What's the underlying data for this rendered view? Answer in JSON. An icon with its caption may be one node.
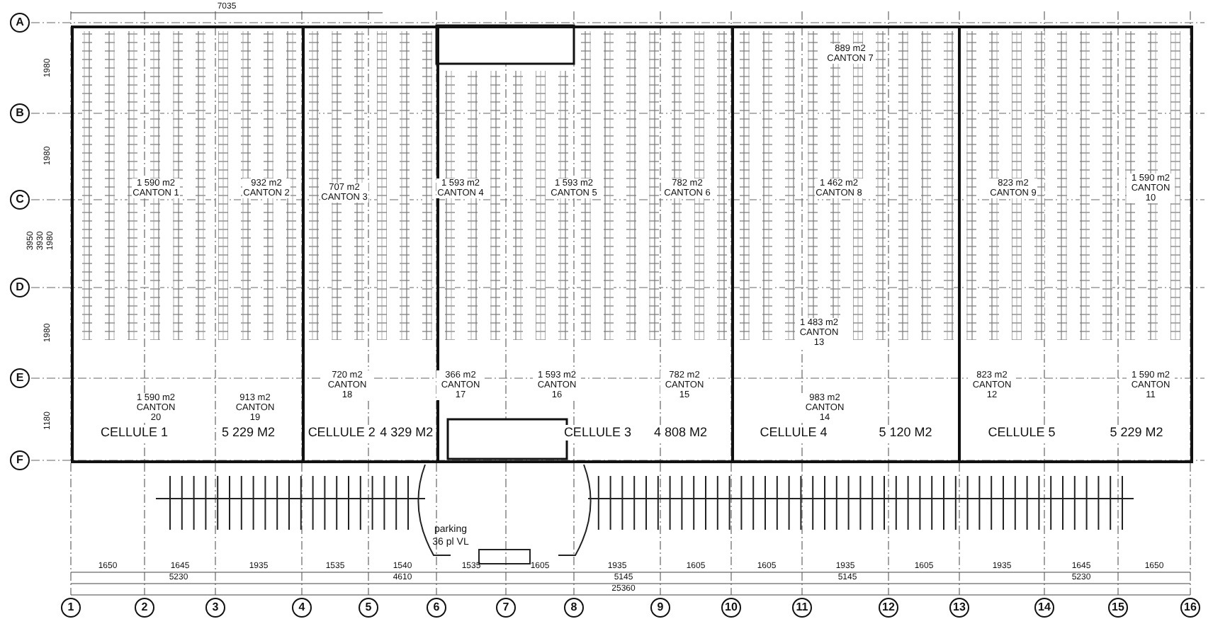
{
  "diagram": {
    "nodes": [
      {
        "text": [
          "CELLULE 1",
          "5 229 M2"
        ]
      },
      {
        "text": [
          "CELLULE 2",
          "4 329 M2"
        ]
      },
      {
        "text": [
          "CELLULE 3",
          "4 808 M2"
        ]
      },
      {
        "text": [
          "CELLULE 4",
          "5 120 M2"
        ]
      },
      {
        "text": [
          "CELLULE 5",
          "5 229 M2"
        ]
      }
    ],
    "labels": [
      "7035",
      "A",
      "B",
      "C",
      "D",
      "E",
      "F",
      "1980",
      "1980",
      "3950",
      "3930",
      "1980",
      "1980",
      "1180",
      "889 m2 CANTON 7",
      "1 590 m2 CANTON 1",
      "932 m2 CANTON 2",
      "707 m2 CANTON 3",
      "1 593 m2 CANTON 4",
      "1 593 m2 CANTON 5",
      "782 m2 CANTON 6",
      "1 462 m2 CANTON 8",
      "823 m2 CANTON 9",
      "1 590 m2 CANTON 10",
      "1 483 m2 CANTON 13",
      "720 m2 CANTON 18",
      "366 m2 CANTON 17",
      "1 593 m2 CANTON 16",
      "782 m2 CANTON 15",
      "823 m2 CANTON 12",
      "1 590 m2 CANTON 11",
      "1 590 m2 CANTON 20",
      "913 m2 CANTON 19",
      "983 m2 CANTON 14",
      "parking",
      "36 pl VL",
      "1650",
      "1645",
      "1935",
      "1535",
      "1540",
      "1535",
      "1605",
      "1935",
      "1605",
      "1605",
      "1935",
      "1605",
      "1935",
      "1645",
      "1650",
      "5230",
      "4610",
      "5145",
      "5145",
      "5230",
      "25360",
      "1",
      "2",
      "3",
      "4",
      "5",
      "6",
      "7",
      "8",
      "9",
      "10",
      "11",
      "12",
      "13",
      "14",
      "15",
      "16"
    ]
  }
}
